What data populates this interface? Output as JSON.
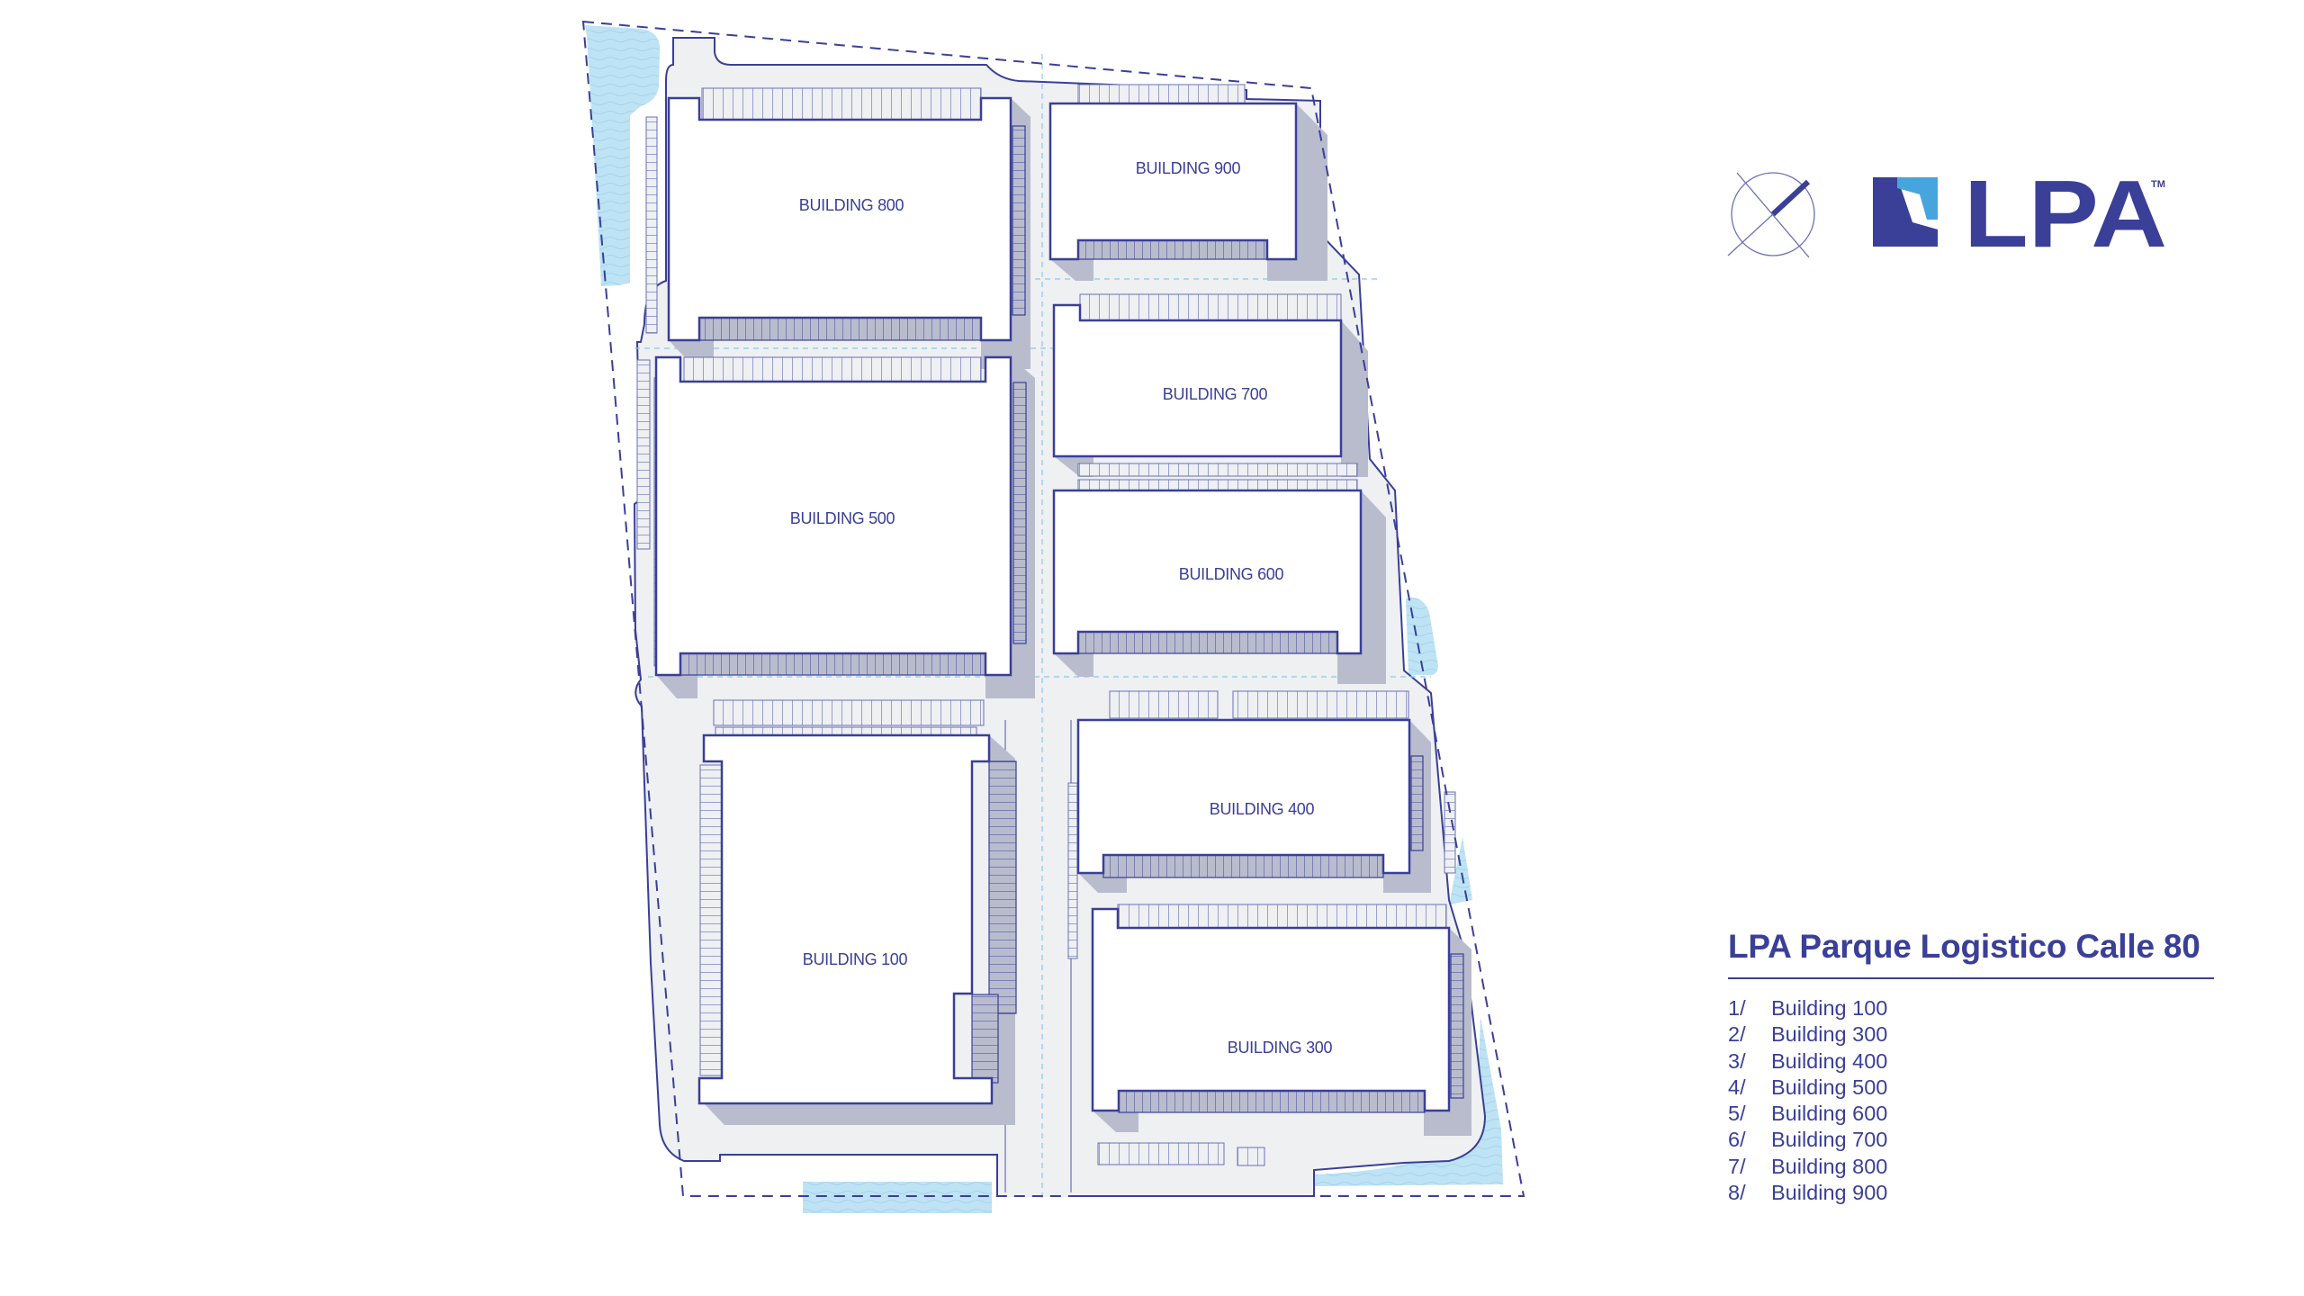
{
  "site_plan": {
    "title": "LPA Parque Logistico Calle 80",
    "buildings": [
      {
        "id": "100",
        "label": "BUILDING 100"
      },
      {
        "id": "300",
        "label": "BUILDING 300"
      },
      {
        "id": "400",
        "label": "BUILDING 400"
      },
      {
        "id": "500",
        "label": "BUILDING 500"
      },
      {
        "id": "600",
        "label": "BUILDING 600"
      },
      {
        "id": "700",
        "label": "BUILDING 700"
      },
      {
        "id": "800",
        "label": "BUILDING 800"
      },
      {
        "id": "900",
        "label": "BUILDING 900"
      }
    ]
  },
  "brand": {
    "wordmark": "LPA",
    "trademark": "TM",
    "compass_icon": "north-arrow-compass-icon",
    "logo_icon": "lpa-logo-mark-icon"
  },
  "legend": {
    "title": "LPA Parque Logistico Calle 80",
    "items": [
      {
        "num": "1/",
        "name": "Building 100"
      },
      {
        "num": "2/",
        "name": "Building 300"
      },
      {
        "num": "3/",
        "name": "Building 400"
      },
      {
        "num": "4/",
        "name": "Building 500"
      },
      {
        "num": "5/",
        "name": "Building 600"
      },
      {
        "num": "6/",
        "name": "Building 700"
      },
      {
        "num": "7/",
        "name": "Building 800"
      },
      {
        "num": "8/",
        "name": "Building 900"
      }
    ]
  },
  "colors": {
    "primary": "#3a3f98",
    "accent": "#46a5dc",
    "pavement": "#eef0f2",
    "shadow": "#b8bccd",
    "water": "#bde3f5"
  }
}
